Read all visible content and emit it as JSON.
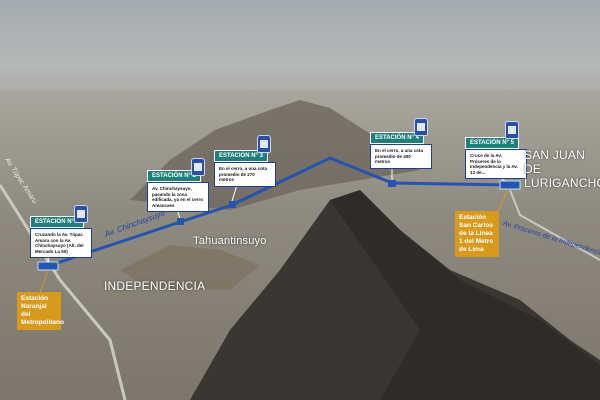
{
  "stations": [
    {
      "title": "ESTACIÓN N° 1",
      "desc": "Cruzando la Av. Túpac Amaru con la Av. Chinchaysuyo (Alt. del Mercado La 50)"
    },
    {
      "title": "ESTACIÓN N° 2",
      "desc": "Av. Chinchaysuyo, pasando la zona edificada, ya en el cerro Amancaes"
    },
    {
      "title": "ESTACIÓN N° 3",
      "desc": "En el cerro, a una cota promedio de 270 metros"
    },
    {
      "title": "ESTACIÓN N° 4",
      "desc": "En el cerro, a una cota promedio de 400 metros"
    },
    {
      "title": "ESTACIÓN N° 5",
      "desc": "Cruce de la Av. Próceres de la Independencia y la Av. 13 de..."
    }
  ],
  "districts": {
    "sjl": "SAN JUAN DE LURIGANCHO",
    "independencia": "INDEPENDENCIA",
    "tahuantinsuyo": "Tahuantinsuyo"
  },
  "roads": {
    "tupac": "Av. Túpac Amaru",
    "chinchaysuyo": "Av. Chinchaysuyo",
    "proceres": "Av. Próceres de la Independencia"
  },
  "connections": {
    "naranjal": "Estación Naranjal del Metropolitano",
    "san_carlos": "Estación San Carlos de la Línea 1 del Metro de Lima"
  },
  "colors": {
    "line": "#2453b0",
    "station_title": "#1e7f7b",
    "connection": "#d79a1c"
  }
}
